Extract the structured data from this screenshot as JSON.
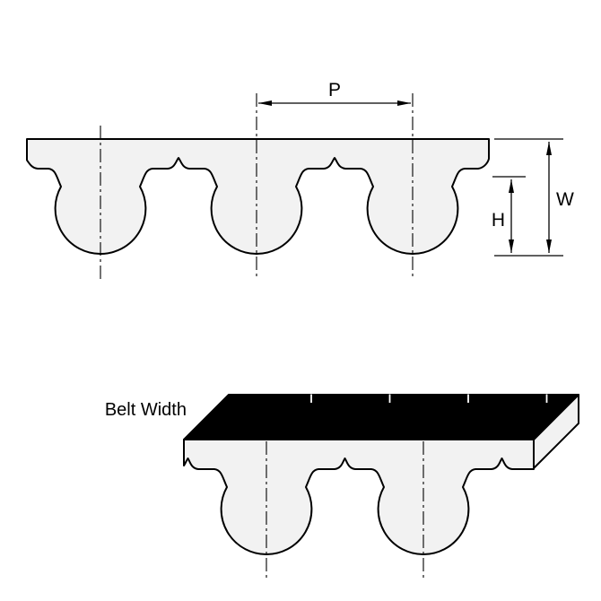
{
  "labels": {
    "pitch": "P",
    "belt_height": "W",
    "tooth_height": "H",
    "belt_width": "Belt Width"
  },
  "colors": {
    "line": "#000000",
    "profile_fill": "#f2f2f2",
    "end_face_fill": "#f2f2f2",
    "top_face_fill": "#000000",
    "background": "#ffffff"
  }
}
